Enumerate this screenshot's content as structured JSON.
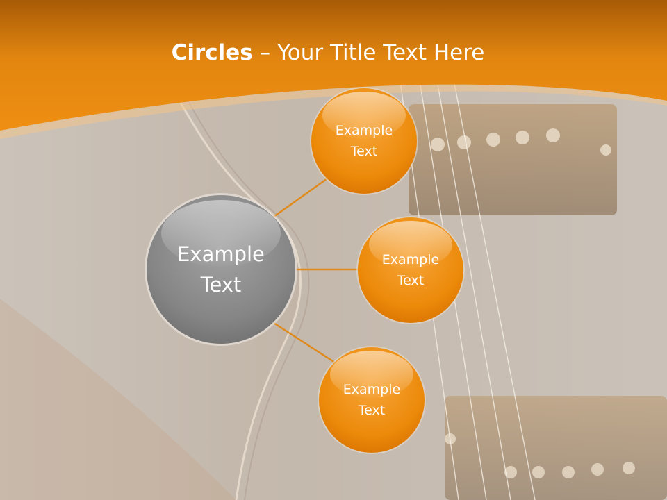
{
  "slide": {
    "title_bold": "Circles",
    "title_rest": " – Your Title Text Here"
  },
  "center_circle": {
    "line1": "Example",
    "line2": "Text"
  },
  "outer_circles": [
    {
      "line1": "Example",
      "line2": "Text"
    },
    {
      "line1": "Example",
      "line2": "Text"
    },
    {
      "line1": "Example",
      "line2": "Text"
    }
  ],
  "colors": {
    "header_orange": "#e8870e",
    "circle_orange": "#f0900a",
    "circle_gray": "#8a8a8a",
    "connector": "#e08a1c"
  }
}
